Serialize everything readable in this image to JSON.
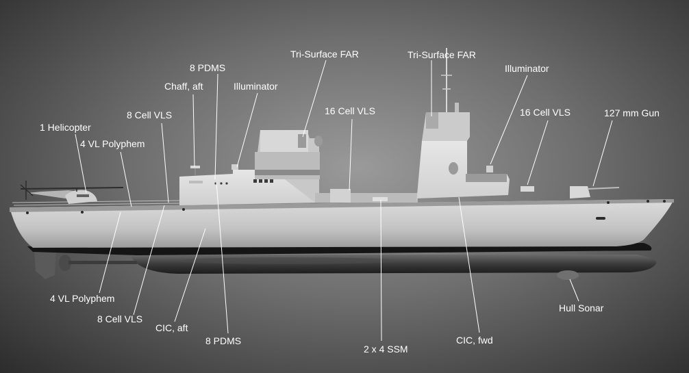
{
  "labels": {
    "helicopter": "1 Helicopter",
    "polyphem_top": "4 VL Polyphem",
    "vls8_top": "8 Cell VLS",
    "chaff_aft": "Chaff, aft",
    "pdms8_top": "8 PDMS",
    "illuminator_aft": "Illuminator",
    "far_aft": "Tri-Surface FAR",
    "vls16_mid": "16 Cell VLS",
    "far_fwd": "Tri-Surface FAR",
    "illuminator_fwd": "Illuminator",
    "vls16_fwd": "16 Cell VLS",
    "gun": "127 mm Gun",
    "polyphem_bottom": "4 VL Polyphem",
    "vls8_bottom": "8 Cell VLS",
    "cic_aft": "CIC, aft",
    "pdms8_bottom": "8 PDMS",
    "ssm": "2 x 4 SSM",
    "cic_fwd": "CIC, fwd",
    "hull_sonar": "Hull Sonar"
  }
}
